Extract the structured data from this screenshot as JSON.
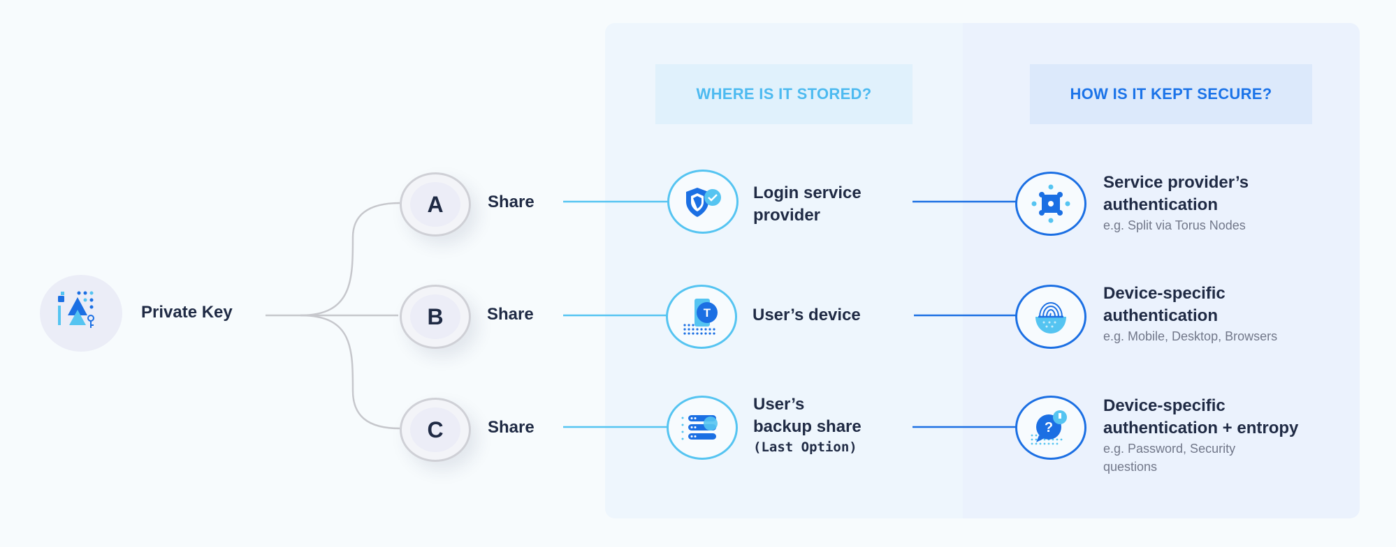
{
  "headers": {
    "stored": "WHERE IS IT STORED?",
    "secure": "HOW IS IT KEPT SECURE?"
  },
  "private_key": {
    "label": "Private Key",
    "icon": "private-key-icon"
  },
  "shares": [
    {
      "letter": "A",
      "label": "Share"
    },
    {
      "letter": "B",
      "label": "Share"
    },
    {
      "letter": "C",
      "label": "Share"
    }
  ],
  "storage": [
    {
      "line1": "Login service",
      "line2": "provider",
      "icon": "shield-check-icon"
    },
    {
      "line1": "User’s device",
      "icon": "device-icon"
    },
    {
      "line1": "User’s",
      "line2": "backup share",
      "note": "(Last Option)",
      "icon": "server-stack-icon"
    }
  ],
  "security": [
    {
      "line1": "Service provider’s",
      "line2": "authentication",
      "sub": "e.g. Split via Torus Nodes",
      "icon": "distributed-nodes-icon"
    },
    {
      "line1": "Device-specific",
      "line2": "authentication",
      "sub": "e.g. Mobile, Desktop, Browsers",
      "icon": "fingerprint-icon"
    },
    {
      "line1": "Device-specific",
      "line2": "authentication + entropy",
      "sub1": "e.g. Password, Security",
      "sub2": "questions",
      "icon": "question-chat-icon"
    }
  ],
  "colors": {
    "light_blue": "#55c4f1",
    "dark_blue": "#1b6fe3",
    "connector_gray": "#c6c7cc"
  }
}
